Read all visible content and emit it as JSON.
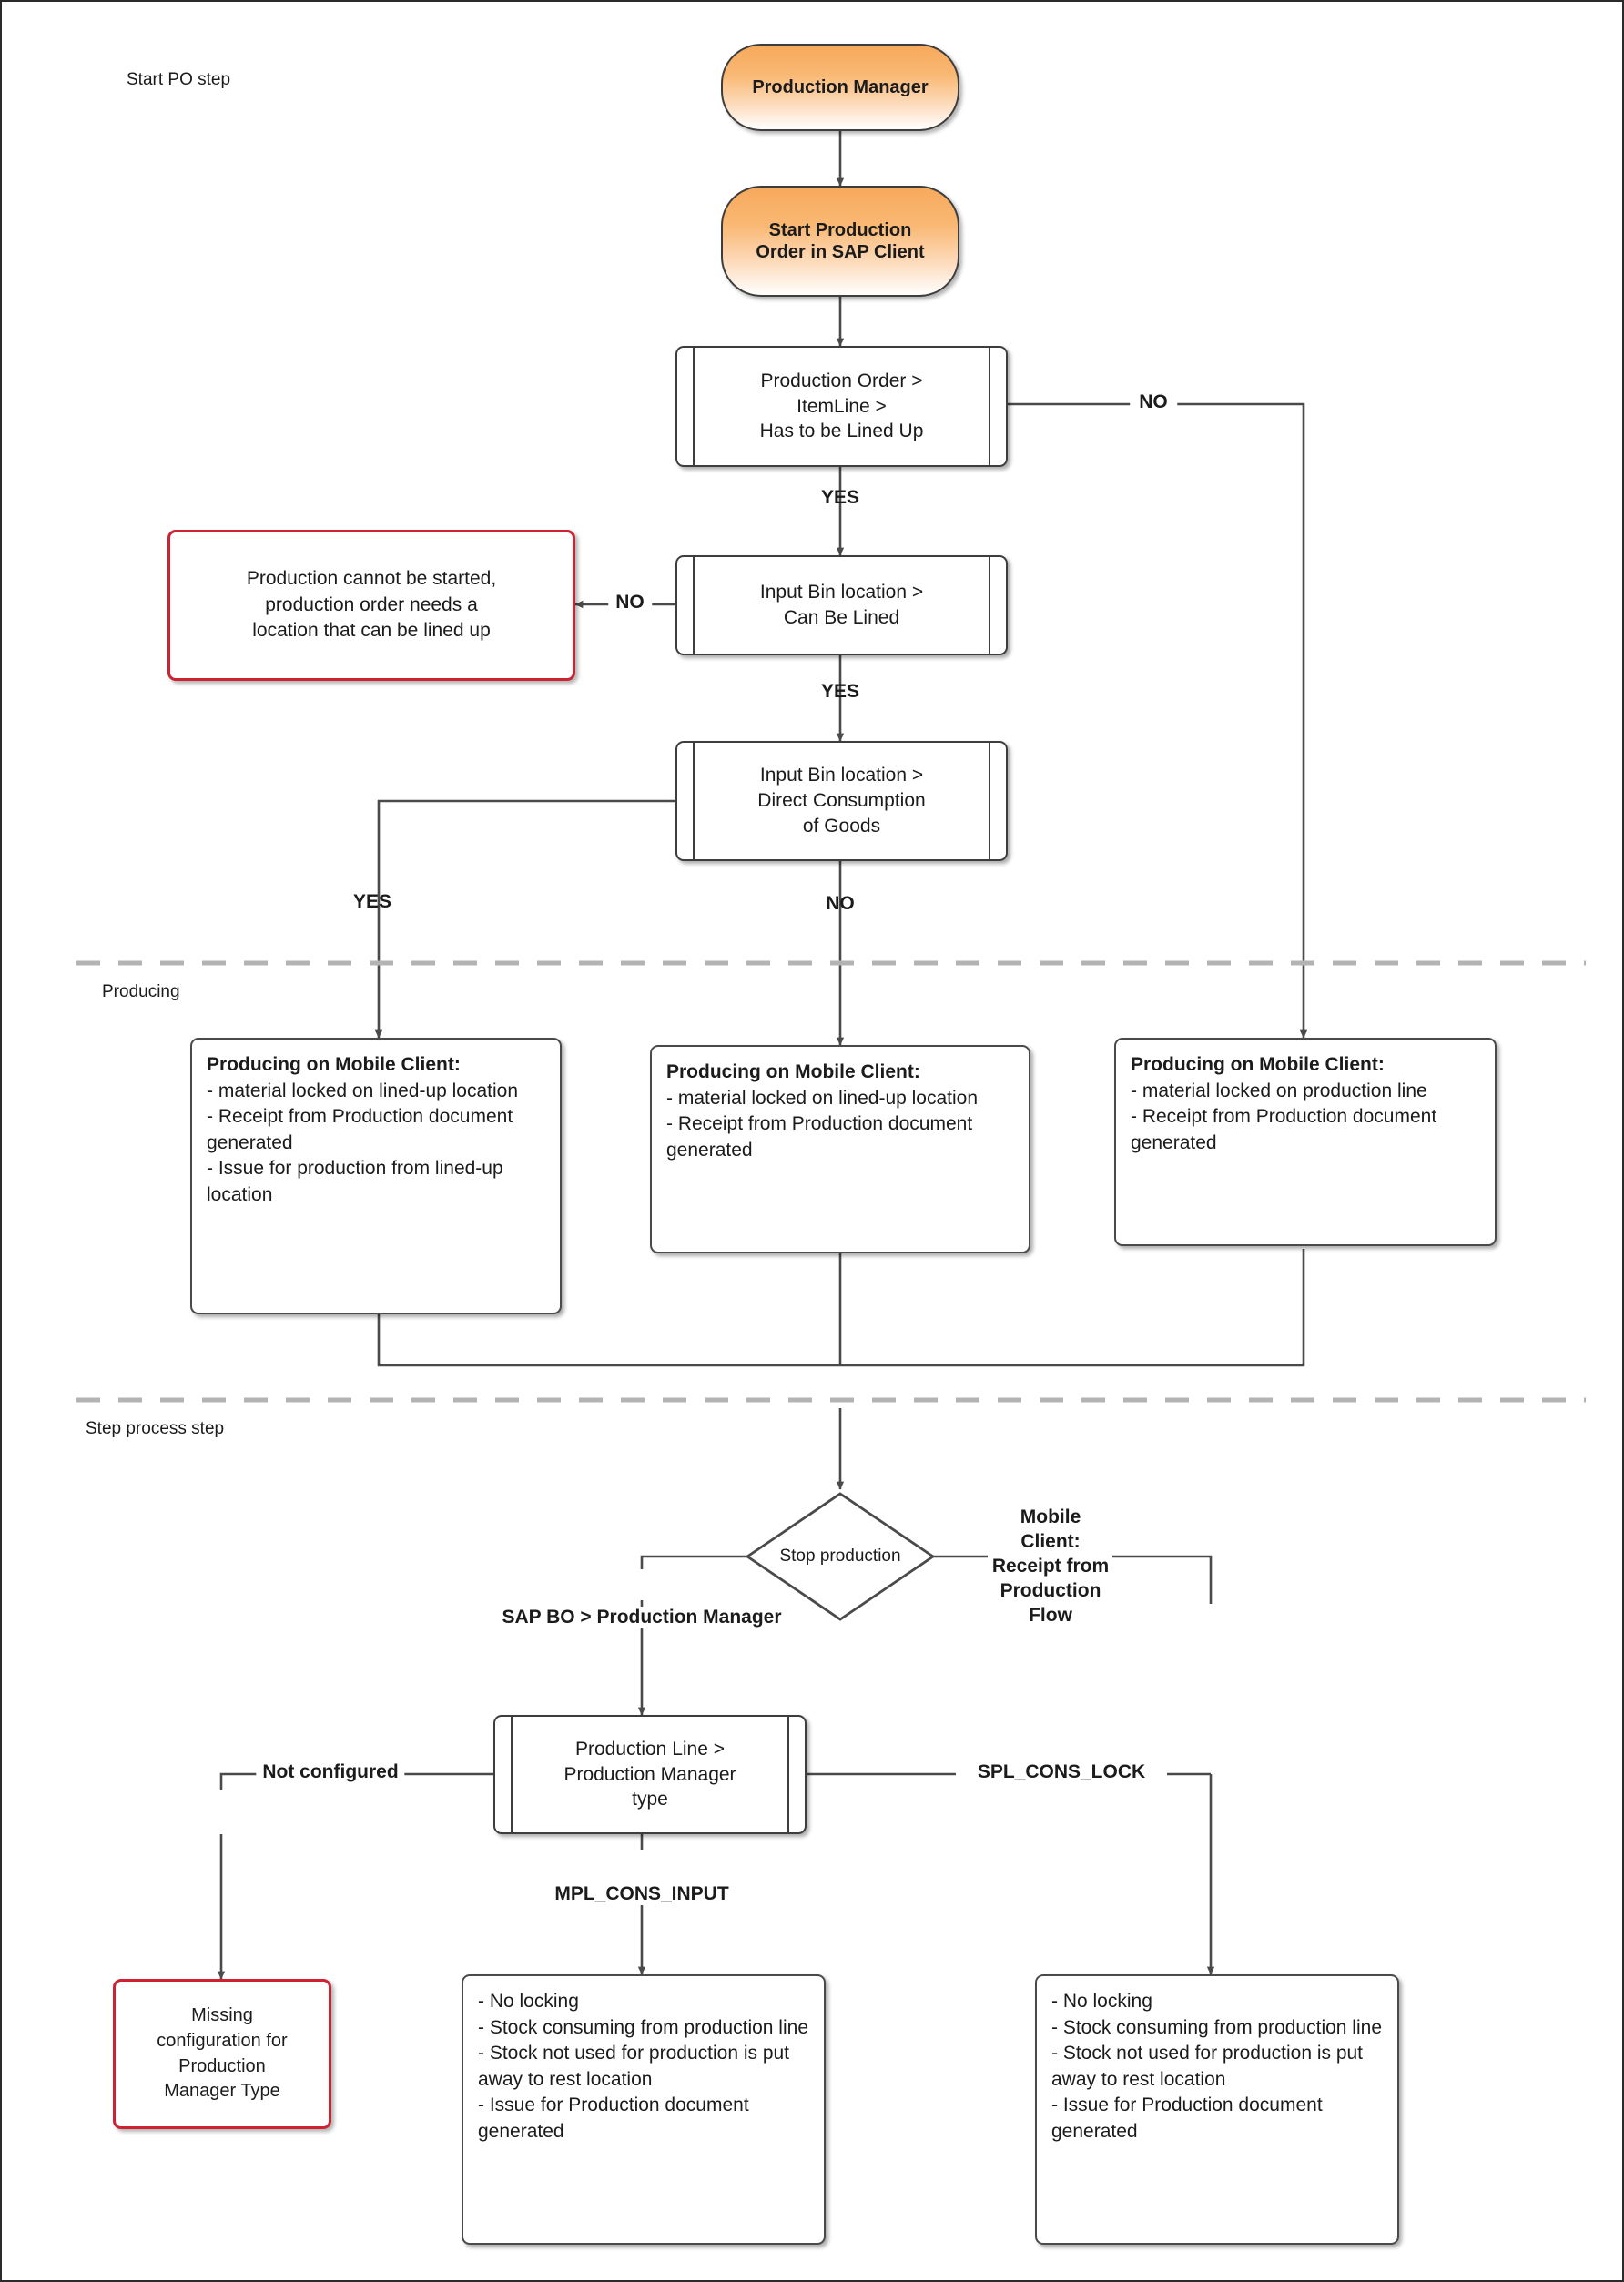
{
  "diagram": {
    "title": "Production Order / Production Manager process flow",
    "colors": {
      "terminator_fill_top": "#f7a95c",
      "node_border": "#3d3d3d",
      "alert_border": "#ce2233",
      "connector": "#4a4a4a",
      "lane_divider": "#b3b3b3",
      "canvas_border": "#2b2b2b"
    }
  },
  "lanes": [
    {
      "label": "Start PO step"
    },
    {
      "label": "Producing"
    },
    {
      "label": "Step process step"
    }
  ],
  "nodes": {
    "production_manager": {
      "label": "Production Manager",
      "shape": "terminator"
    },
    "start_production_order": {
      "label": "Start Production\nOrder in SAP Client",
      "shape": "terminator"
    },
    "has_to_be_lined_up": {
      "label": "Production Order >\nItemLine >\nHas to be Lined Up",
      "shape": "predefined-process"
    },
    "can_be_lined": {
      "label": "Input Bin location >\nCan Be Lined",
      "shape": "predefined-process"
    },
    "direct_consumption": {
      "label": "Input Bin location >\nDirect Consumption\nof Goods",
      "shape": "predefined-process"
    },
    "cannot_start_alert": {
      "label": "Production cannot be started,\nproduction order needs a\nlocation that can be lined up",
      "shape": "alert"
    },
    "producing_lined_up_full": {
      "shape": "process",
      "heading": "Producing on Mobile Client:",
      "lines": [
        "- material locked on lined-up location",
        "- Receipt from Production document  generated",
        "- Issue for production from lined-up location"
      ]
    },
    "producing_lined_up_short": {
      "shape": "process",
      "heading": "Producing on Mobile Client:",
      "lines": [
        "- material locked on lined-up location",
        "- Receipt from Production document  generated"
      ]
    },
    "producing_production_line": {
      "shape": "process",
      "heading": "Producing on Mobile Client:",
      "lines": [
        "- material locked on production line",
        "- Receipt from Production document  generated"
      ]
    },
    "stop_production": {
      "label": "Stop production",
      "shape": "decision"
    },
    "production_manager_type": {
      "label": "Production Line >\nProduction Manager\ntype",
      "shape": "predefined-process"
    },
    "missing_configuration_alert": {
      "label": "Missing\nconfiguration for\nProduction\nManager Type",
      "shape": "alert"
    },
    "mpl_cons_input_result": {
      "shape": "process",
      "lines": [
        "- No locking",
        "- Stock consuming from production line",
        "- Stock not used for production is put away to rest location",
        "- Issue for Production document generated"
      ]
    },
    "spl_cons_lock_result": {
      "shape": "process",
      "lines": [
        "- No locking",
        "- Stock consuming from production line",
        "- Stock not used for production is put away to rest location",
        "- Issue for Production document generated"
      ]
    }
  },
  "edge_labels": {
    "lined_up_no": "NO",
    "lined_up_yes": "YES",
    "can_be_lined_no": "NO",
    "can_be_lined_yes": "YES",
    "direct_consumption_yes": "YES",
    "direct_consumption_no": "NO",
    "sap_bo_production_manager": "SAP BO > Production Manager",
    "mobile_client_receipt": "Mobile Client:\nReceipt from\nProduction Flow",
    "not_configured": "Not configured",
    "mpl_cons_input": "MPL_CONS_INPUT",
    "spl_cons_lock": "SPL_CONS_LOCK"
  }
}
